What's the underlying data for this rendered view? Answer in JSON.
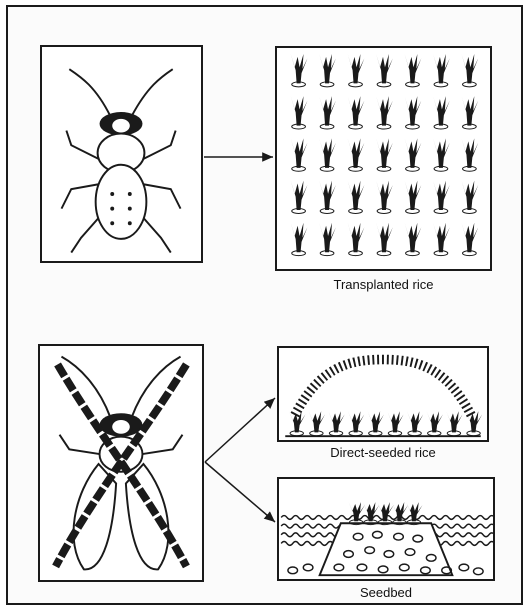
{
  "captions": {
    "transplanted": "Transplanted rice",
    "direct_seeded": "Direct-seeded rice",
    "seedbed": "Seedbed"
  },
  "icons": {
    "top_insect": "insect-icon",
    "bottom_insect": "insect-crossed-out-icon",
    "arrow": "arrow-right-icon"
  },
  "colors": {
    "ink": "#1a1a1a",
    "paper": "#ffffff"
  }
}
